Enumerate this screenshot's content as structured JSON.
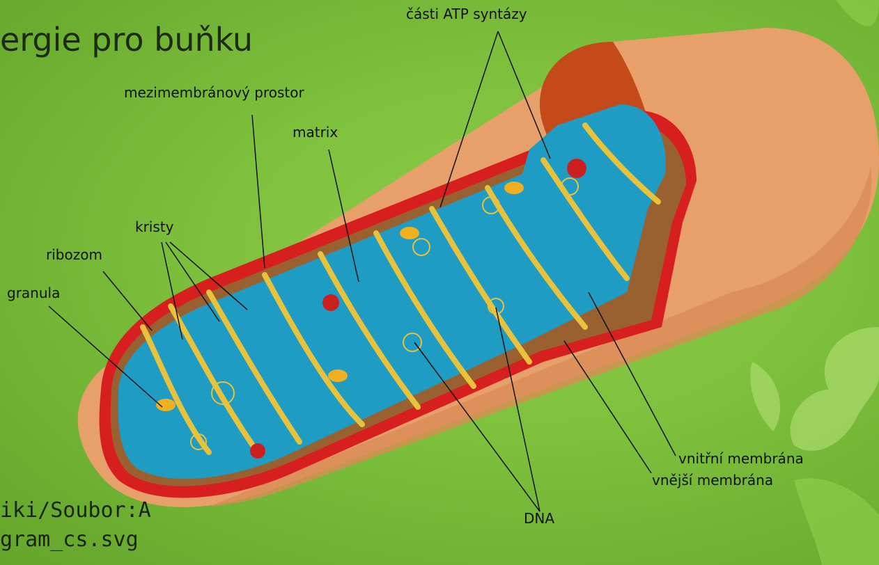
{
  "slide": {
    "title": "ergie pro buňku",
    "source_line1": "iki/Soubor:A",
    "source_line2": "gram_cs.svg"
  },
  "diagram": {
    "labels": {
      "atp": "části ATP syntázy",
      "intermembrane": "mezimembránový prostor",
      "matrix": "matrix",
      "cristae": "kristy",
      "ribosome": "ribozom",
      "granule": "granula",
      "inner_membrane": "vnitřní membrána",
      "outer_membrane": "vnější membrána",
      "dna": "DNA"
    }
  },
  "colors": {
    "background": "#7cbf3b",
    "outer_membrane": "#e8a06a",
    "membrane_red": "#d81f1f",
    "matrix_blue": "#1e9cc4",
    "crista_yellow": "#e8c23a",
    "wall_brown": "#9a6130"
  }
}
